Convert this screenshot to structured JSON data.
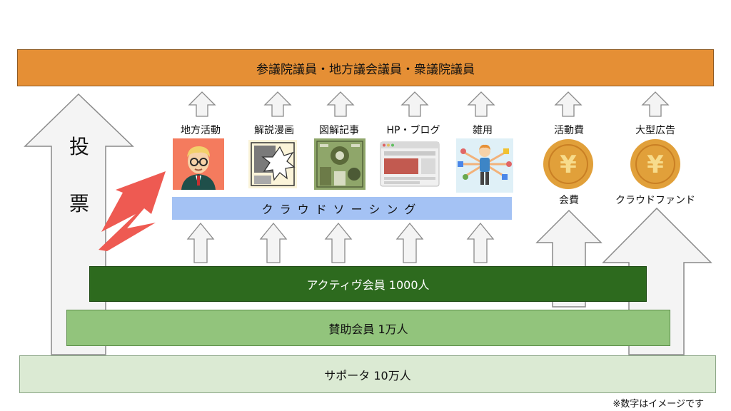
{
  "top_bar": "参議院議員・地方議会議員・衆議院議員",
  "crowd_bar": "クラウドソーシング",
  "active_bar": "アクティヴ会員 1000人",
  "support_bar": "賛助会員 1万人",
  "supporter_bar": "サポータ 10万人",
  "vote": {
    "top": "投",
    "bottom": "票"
  },
  "activities": [
    {
      "label": "地方活動",
      "icon": "businessman-icon"
    },
    {
      "label": "解説漫画",
      "icon": "manga-icon"
    },
    {
      "label": "図解記事",
      "icon": "infographic-icon"
    },
    {
      "label": "HP・ブログ",
      "icon": "webpage-icon"
    },
    {
      "label": "雑用",
      "icon": "multitask-person-icon"
    }
  ],
  "funding": [
    {
      "top_label": "活動費",
      "bottom_label": "会費",
      "icon": "yen-coin-icon"
    },
    {
      "top_label": "大型広告",
      "bottom_label": "クラウドファンド",
      "icon": "yen-coin-icon"
    }
  ],
  "note": "※数字はイメージです",
  "colors": {
    "orange": "#e58f35",
    "blue": "#a4c2f4",
    "dark_green": "#2d6a1e",
    "mid_green": "#92c47c",
    "light_green": "#dbead3",
    "red_arrow": "#ee5a52",
    "coin": "#e1a03a"
  }
}
